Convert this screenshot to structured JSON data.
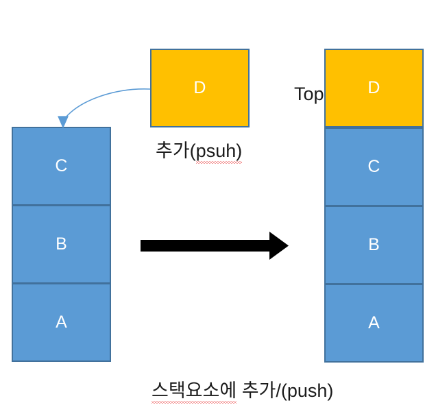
{
  "diagram": {
    "title_caption": "스택요소에 추가/(push)",
    "title_caption_misspelled_part": "스택요소에",
    "title_caption_rest": " 추가/(push)",
    "push_caption": "추가(psuh)",
    "push_caption_ok_part": "추가(",
    "push_caption_misspelled_part": "psuh)",
    "top_pointer_label": "Top",
    "colors": {
      "blue_fill": "#5B9BD5",
      "gold_fill": "#FFC000",
      "box_border": "#41719C",
      "arrow_curved": "#5B9BD5",
      "arrow_straight": "#000000",
      "label_text": "#1a1a1a",
      "cell_text": "#FFFFFF",
      "spellcheck_underline": "#e83b3b"
    },
    "left_stack": {
      "name": "stack-before-push",
      "cells": [
        {
          "label": "C",
          "color": "blue"
        },
        {
          "label": "B",
          "color": "blue"
        },
        {
          "label": "A",
          "color": "blue"
        }
      ]
    },
    "push_element": {
      "name": "element-to-push",
      "label": "D",
      "color": "gold"
    },
    "right_stack": {
      "name": "stack-after-push",
      "cells": [
        {
          "label": "D",
          "color": "gold"
        },
        {
          "label": "C",
          "color": "blue"
        },
        {
          "label": "B",
          "color": "blue"
        },
        {
          "label": "A",
          "color": "blue"
        }
      ]
    }
  }
}
